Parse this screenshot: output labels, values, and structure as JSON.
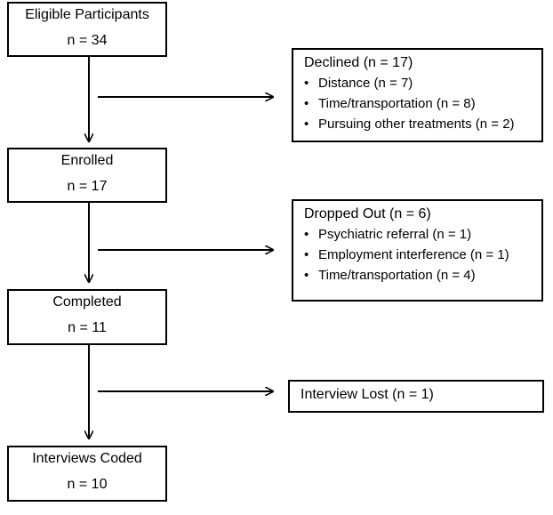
{
  "steps": [
    {
      "title": "Eligible Participants",
      "count": "n = 34"
    },
    {
      "title": "Enrolled",
      "count": "n = 17"
    },
    {
      "title": "Completed",
      "count": "n = 11"
    },
    {
      "title": "Interviews Coded",
      "count": "n = 10"
    }
  ],
  "exclusions": [
    {
      "title": "Declined (n = 17)",
      "items": [
        "Distance (n = 7)",
        "Time/transportation (n = 8)",
        "Pursuing other treatments (n = 2)"
      ]
    },
    {
      "title": "Dropped Out (n = 6)",
      "items": [
        "Psychiatric referral (n = 1)",
        "Employment interference (n = 1)",
        "Time/transportation (n = 4)"
      ]
    },
    {
      "title": "Interview Lost (n = 1)",
      "items": []
    }
  ]
}
